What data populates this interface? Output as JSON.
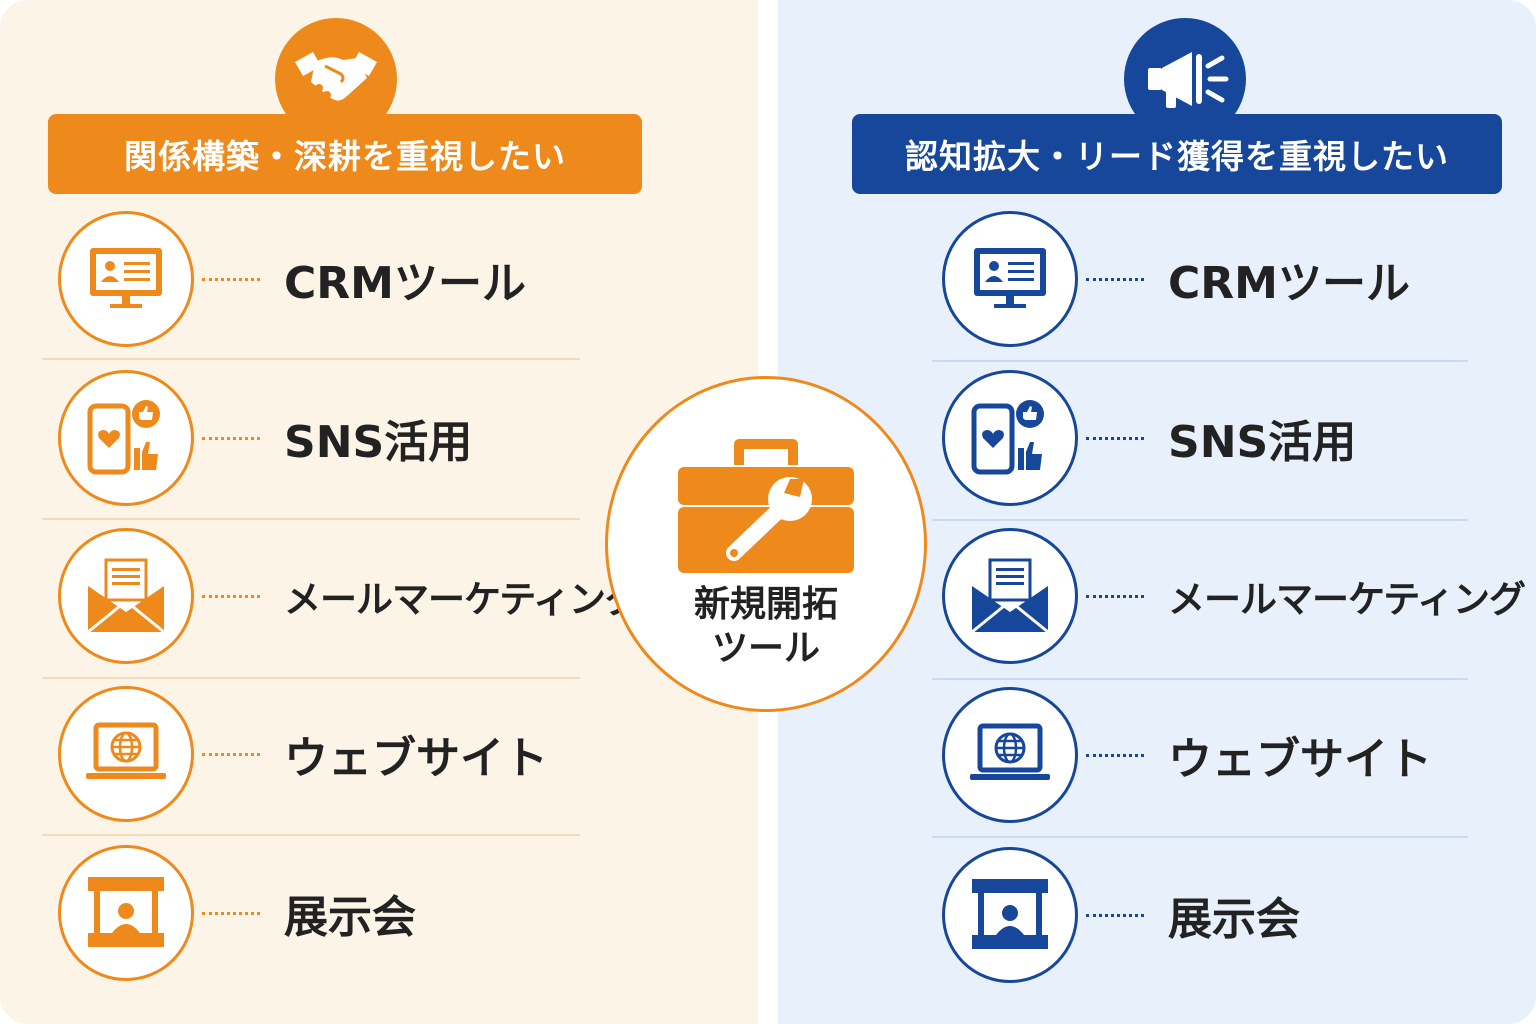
{
  "center": {
    "title_line1": "新規開拓",
    "title_line2": "ツール",
    "icon": "toolbox-wrench-icon"
  },
  "left": {
    "header": "関係構築・深耕を重視したい",
    "icon": "handshake-icon",
    "accent_color": "#ee8a1c",
    "items": [
      {
        "label": "CRMツール",
        "icon": "crm-monitor-icon"
      },
      {
        "label": "SNS活用",
        "icon": "sns-phone-icon"
      },
      {
        "label": "メールマーケティング",
        "icon": "mail-envelope-icon"
      },
      {
        "label": "ウェブサイト",
        "icon": "website-laptop-icon"
      },
      {
        "label": "展示会",
        "icon": "exhibition-booth-icon"
      }
    ]
  },
  "right": {
    "header": "認知拡大・リード獲得を重視したい",
    "icon": "megaphone-icon",
    "accent_color": "#17479a",
    "items": [
      {
        "label": "CRMツール",
        "icon": "crm-monitor-icon"
      },
      {
        "label": "SNS活用",
        "icon": "sns-phone-icon"
      },
      {
        "label": "メールマーケティング",
        "icon": "mail-envelope-icon"
      },
      {
        "label": "ウェブサイト",
        "icon": "website-laptop-icon"
      },
      {
        "label": "展示会",
        "icon": "exhibition-booth-icon"
      }
    ]
  }
}
